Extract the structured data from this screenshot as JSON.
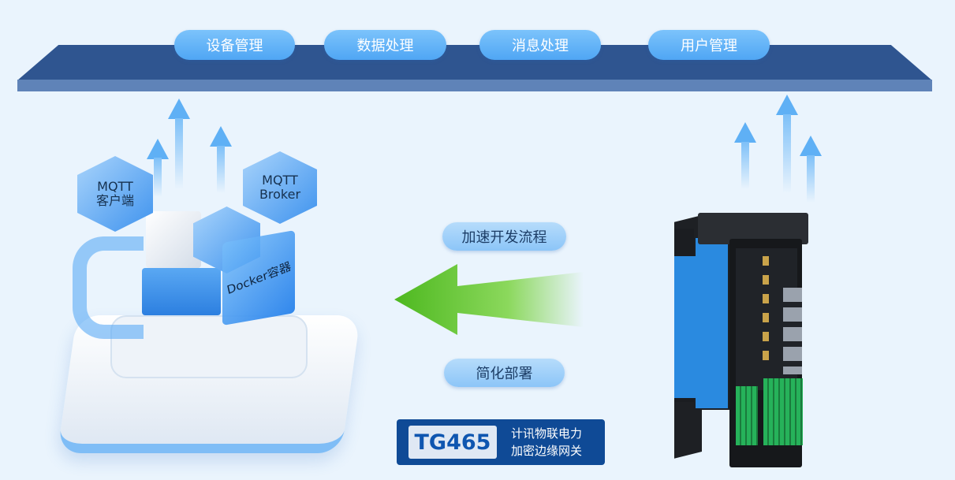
{
  "top_bar": {
    "items": [
      "设备管理",
      "数据处理",
      "消息处理",
      "用户管理"
    ]
  },
  "left_graphic": {
    "mqtt_client": "MQTT\n客户端",
    "mqtt_broker": "MQTT\nBroker",
    "docker": "Docker容器"
  },
  "middle": {
    "top_label": "加速开发流程",
    "bottom_label": "简化部署"
  },
  "badge": {
    "model": "TG465",
    "line1": "计讯物联电力",
    "line2": "加密边缘网关"
  },
  "colors": {
    "bar": "#2f5590",
    "pill": "#5aaef6",
    "badge": "#0f4a96",
    "arrow": "#5cc52a"
  }
}
